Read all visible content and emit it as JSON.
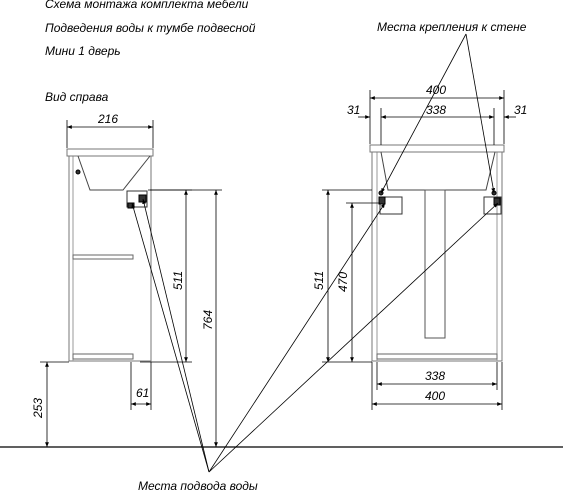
{
  "notes": {
    "line1": "Схема монтажа комплекта мебели",
    "line2": "Подведения воды к тумбе подвесной",
    "line3": "Мини 1 дверь",
    "side_view": "Вид справа",
    "wall_mounts": "Места крепления к стене",
    "water_supply": "Места подвода воды"
  },
  "side_dims": {
    "width": "216",
    "height_body": "511",
    "height_supply": "764",
    "floor_height": "253",
    "offset": "61"
  },
  "front_dims": {
    "width_top": "400",
    "inner_top": "338",
    "margin_left": "31",
    "margin_right": "31",
    "height_body": "511",
    "height_inner": "470",
    "inner_bottom": "338",
    "width_bottom": "400"
  }
}
